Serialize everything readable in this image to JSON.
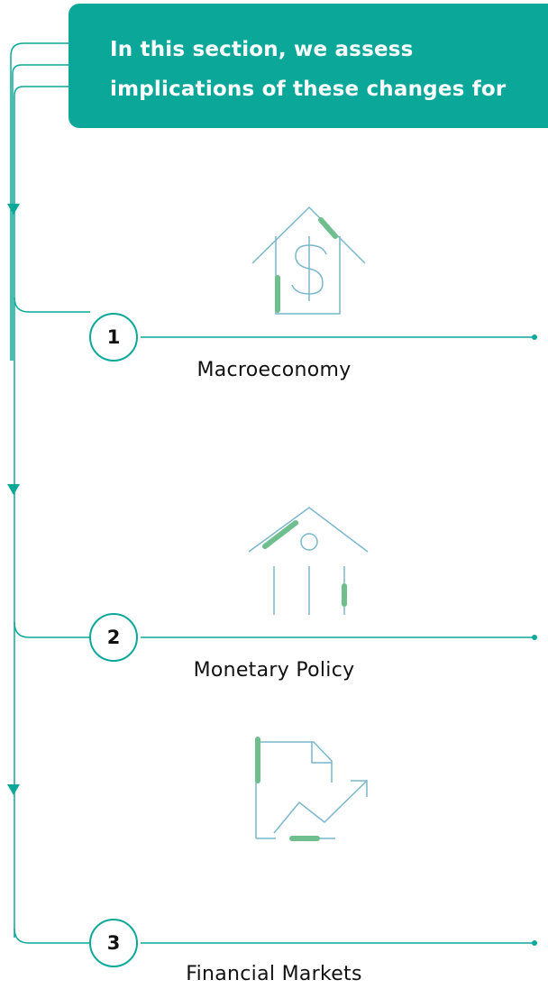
{
  "header": {
    "line1": "In this section, we assess",
    "line2": "implications of these changes for"
  },
  "steps": [
    {
      "number": "1",
      "label": "Macroeconomy",
      "icon": "house-dollar-icon"
    },
    {
      "number": "2",
      "label": "Monetary Policy",
      "icon": "bank-building-icon"
    },
    {
      "number": "3",
      "label": "Financial Markets",
      "icon": "document-trend-chart-icon"
    }
  ],
  "colors": {
    "accent": "#0ba89a",
    "icon_line": "#7ab6cc",
    "icon_highlight": "#6fbf8e"
  }
}
